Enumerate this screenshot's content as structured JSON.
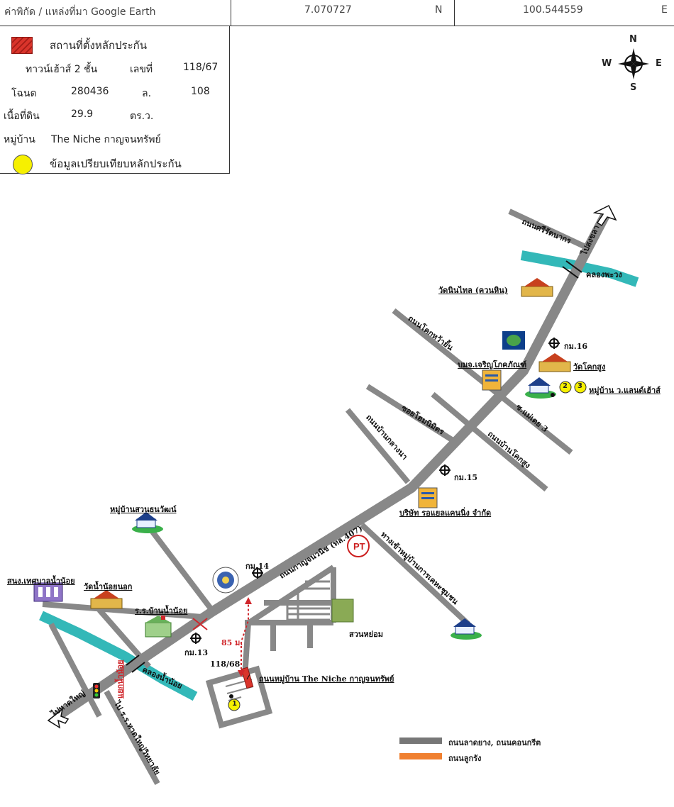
{
  "header": {
    "source_label": "ค่าพิกัด / แหล่งที่มา Google Earth",
    "latitude": "7.070727",
    "lat_dir": "N",
    "longitude": "100.544559",
    "lon_dir": "E"
  },
  "legend": {
    "site_label": "สถานที่ตั้งหลักประกัน",
    "building_type": "ทาวน์เฮ้าส์ 2 ชั้น",
    "house_no_label": "เลขที่",
    "house_no": "118/67",
    "deed_label": "โฉนด",
    "deed_no": "280436",
    "land_no_label": "ล.",
    "land_no": "108",
    "area_label": "เนื้อที่ดิน",
    "area_value": "29.9",
    "area_unit": "ตร.ว.",
    "village_label": "หมู่บ้าน",
    "village_value": "The Niche กาญจนทรัพย์",
    "compare_label": "ข้อมูลเปรียบเทียบหลักประกัน",
    "site_color": "#d9342b",
    "compare_color": "#f6f000"
  },
  "compass": {
    "n": "N",
    "s": "S",
    "e": "E",
    "w": "W"
  },
  "map": {
    "road_color": "#888888",
    "canal_color": "#33b8b8",
    "labels": {
      "thanon_ratthakan": "ถนนศรีรัตนากร",
      "to_songkhla": "ไปสงขลา",
      "khlong_phawong": "คลองพะวง",
      "wat_nin_thai": "วัดนินไทล (ควนหิน)",
      "thanon_khok_yai": "ถนนโคกหว้ายั้น",
      "bmj_charoen": "บมจ.เจริญโภคภัณฑ์",
      "km16": "กม.16",
      "wat_khok_sung": "วัดโคกสูง",
      "village_w_land": "หมู่บ้าน ว.แลนด์เฮ้าส์",
      "soi_mae_toei": "ซ.แม่เตย 3",
      "soi_khlong": "ซอยโฮมนิมิตร",
      "thanon_ban_klang": "ถนนบ้านกลางนา",
      "thanon_ban_khok_sung": "ถนนบ้านโคกสูง",
      "km15": "กม.15",
      "company_royal": "บริษัท รอแยลแคนนิ่ง จำกัด",
      "village_suan": "หมู่บ้านสวนธนวัฒน์",
      "thanon_main": "ถนนกาญจนวนิช (ทล.407)",
      "thanon_khao_ban": "ทางเข้าหมู่บ้านการเคหะชุมชน",
      "km14": "กม.14",
      "tesaban": "สนง.เทศบาลน้ำน้อย",
      "wat_nam_noi": "วัดน้ำน้อยนอก",
      "school": "ร.ร.บ้านน้ำน้อย",
      "km13": "กม.13",
      "distance": "85 ม.",
      "plot_label": "118/68",
      "village_road": "ถนนหมู่บ้าน The Niche กาญจนทรัพย์",
      "suan_yom": "สวนหย่อม",
      "khlong_nam_noi": "คลองน้ำน้อย",
      "to_hatyai": "ไปหาดใหญ่",
      "yaek_nam_noi": "แยกน้ำน้อย",
      "to_school": "ไป ร.ร.หาดใหญ่วิทยาลัย",
      "compare1": "1",
      "compare2": "2",
      "compare3": "3"
    }
  },
  "road_legend": {
    "asphalt_label": "ถนนลาดยาง, ถนนคอนกรีต",
    "laterite_label": "ถนนลูกรัง",
    "asphalt_color": "#777777",
    "laterite_color": "#f08030"
  }
}
